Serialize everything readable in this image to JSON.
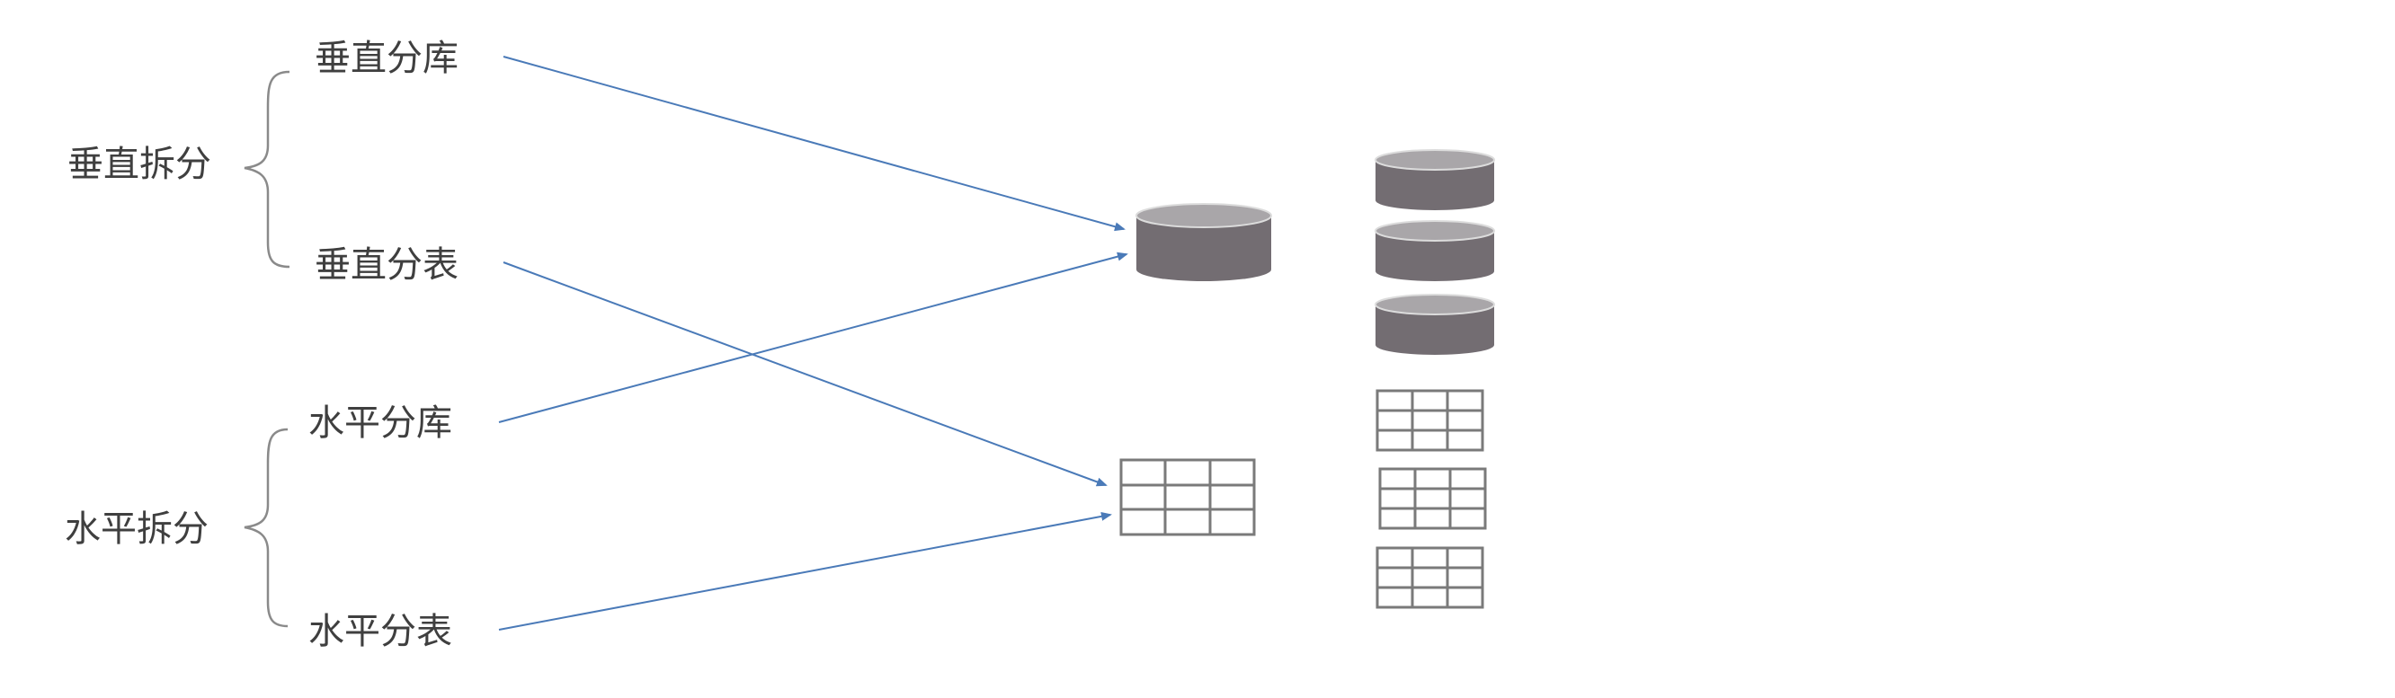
{
  "groups": {
    "vertical": {
      "label": "垂直拆分",
      "items": [
        "垂直分库",
        "垂直分表"
      ]
    },
    "horizontal": {
      "label": "水平拆分",
      "items": [
        "水平分库",
        "水平分表"
      ]
    }
  },
  "icons": {
    "single_database": "database-icon",
    "single_table": "table-icon",
    "stacked_databases": "database-icon",
    "stacked_tables": "table-icon"
  },
  "colors": {
    "text": "#3f3f3f",
    "arrow": "#4a7ab8",
    "brace": "#8a8a8a",
    "db_body": "#736d72",
    "db_top": "#a9a6a9",
    "db_outline": "#dcdcdc",
    "table_grid": "#7a7a7a"
  }
}
